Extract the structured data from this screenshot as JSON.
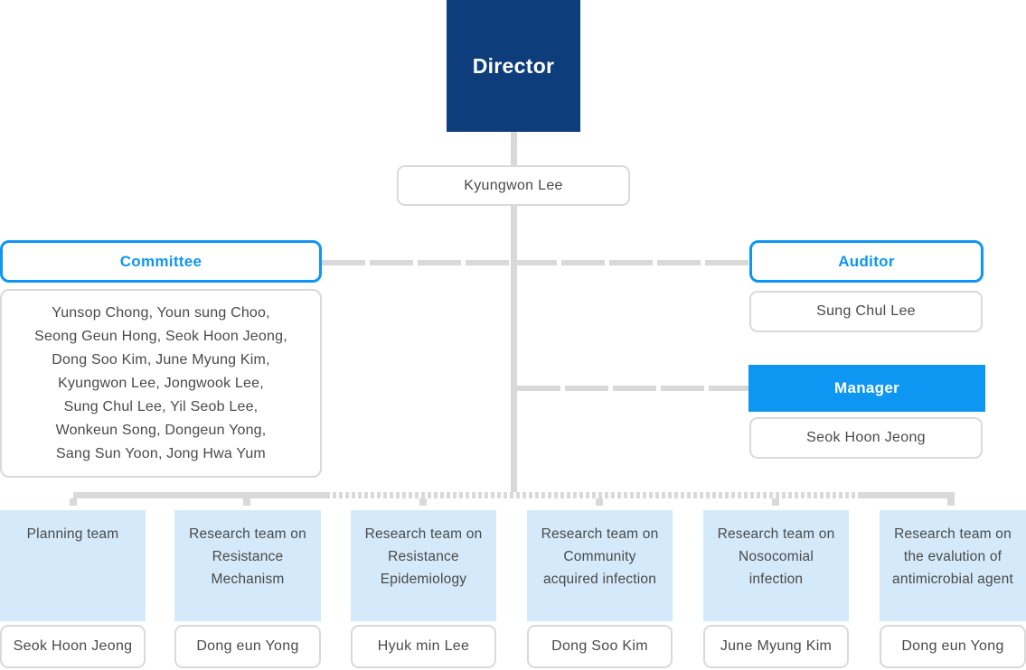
{
  "palette": {
    "navy": "#0d3d7b",
    "accent_blue": "#0d96f2",
    "team_blue": "#d4e9f9",
    "line_gray": "#d9d9d9",
    "text_gray": "#4a4a4a"
  },
  "director": {
    "title": "Director",
    "name": "Kyungwon Lee"
  },
  "committee": {
    "title": "Committee",
    "member_lines": [
      "Yunsop Chong, Youn sung Choo,",
      "Seong Geun Hong, Seok Hoon Jeong,",
      "Dong Soo Kim, June Myung Kim,",
      "Kyungwon Lee, Jongwook Lee,",
      "Sung Chul Lee, Yil Seob Lee,",
      "Wonkeun Song, Dongeun Yong,",
      "Sang Sun Yoon, Jong Hwa Yum"
    ]
  },
  "auditor": {
    "title": "Auditor",
    "name": "Sung Chul Lee"
  },
  "manager": {
    "title": "Manager",
    "name": "Seok Hoon Jeong"
  },
  "teams": [
    {
      "title": "Planning team",
      "lead": "Seok Hoon Jeong"
    },
    {
      "title": "Research team on Resistance Mechanism",
      "lead": "Dong eun Yong"
    },
    {
      "title": "Research team on Resistance Epidemiology",
      "lead": "Hyuk min Lee"
    },
    {
      "title": "Research team on Community acquired infection",
      "lead": "Dong Soo Kim"
    },
    {
      "title": "Research team on Nosocomial infection",
      "lead": "June Myung Kim"
    },
    {
      "title": "Research team on the evalution of antimicrobial agent",
      "lead": "Dong eun Yong"
    }
  ]
}
